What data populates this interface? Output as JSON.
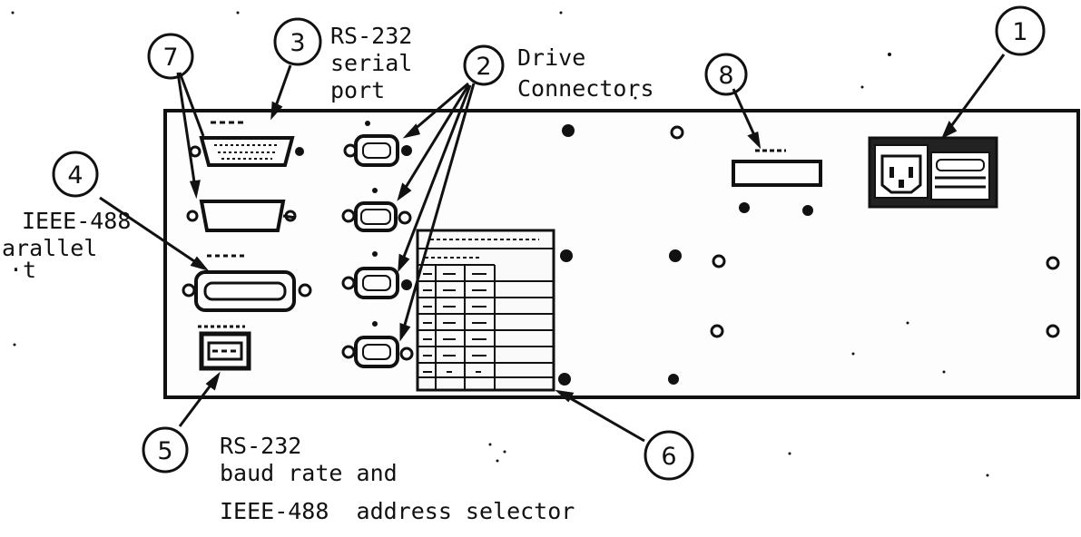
{
  "callouts": [
    {
      "id": "1",
      "number": "1"
    },
    {
      "id": "2",
      "number": "2"
    },
    {
      "id": "3",
      "number": "3"
    },
    {
      "id": "4",
      "number": "4"
    },
    {
      "id": "5",
      "number": "5"
    },
    {
      "id": "6",
      "number": "6"
    },
    {
      "id": "7",
      "number": "7"
    },
    {
      "id": "8",
      "number": "8"
    }
  ],
  "labels": {
    "rs232_serial_port": [
      "RS-232",
      "serial",
      "port"
    ],
    "drive_connectors": [
      "Drive",
      "Connectors"
    ],
    "ieee488_parallel": [
      "IEEE-488",
      "arallel",
      "·t"
    ],
    "selector": [
      "RS-232",
      "baud rate and",
      "IEEE-488  address selector"
    ]
  },
  "colors": {
    "ink": "#111111",
    "paper": "#ffffff",
    "panel_fill": "#fdfdfd"
  }
}
